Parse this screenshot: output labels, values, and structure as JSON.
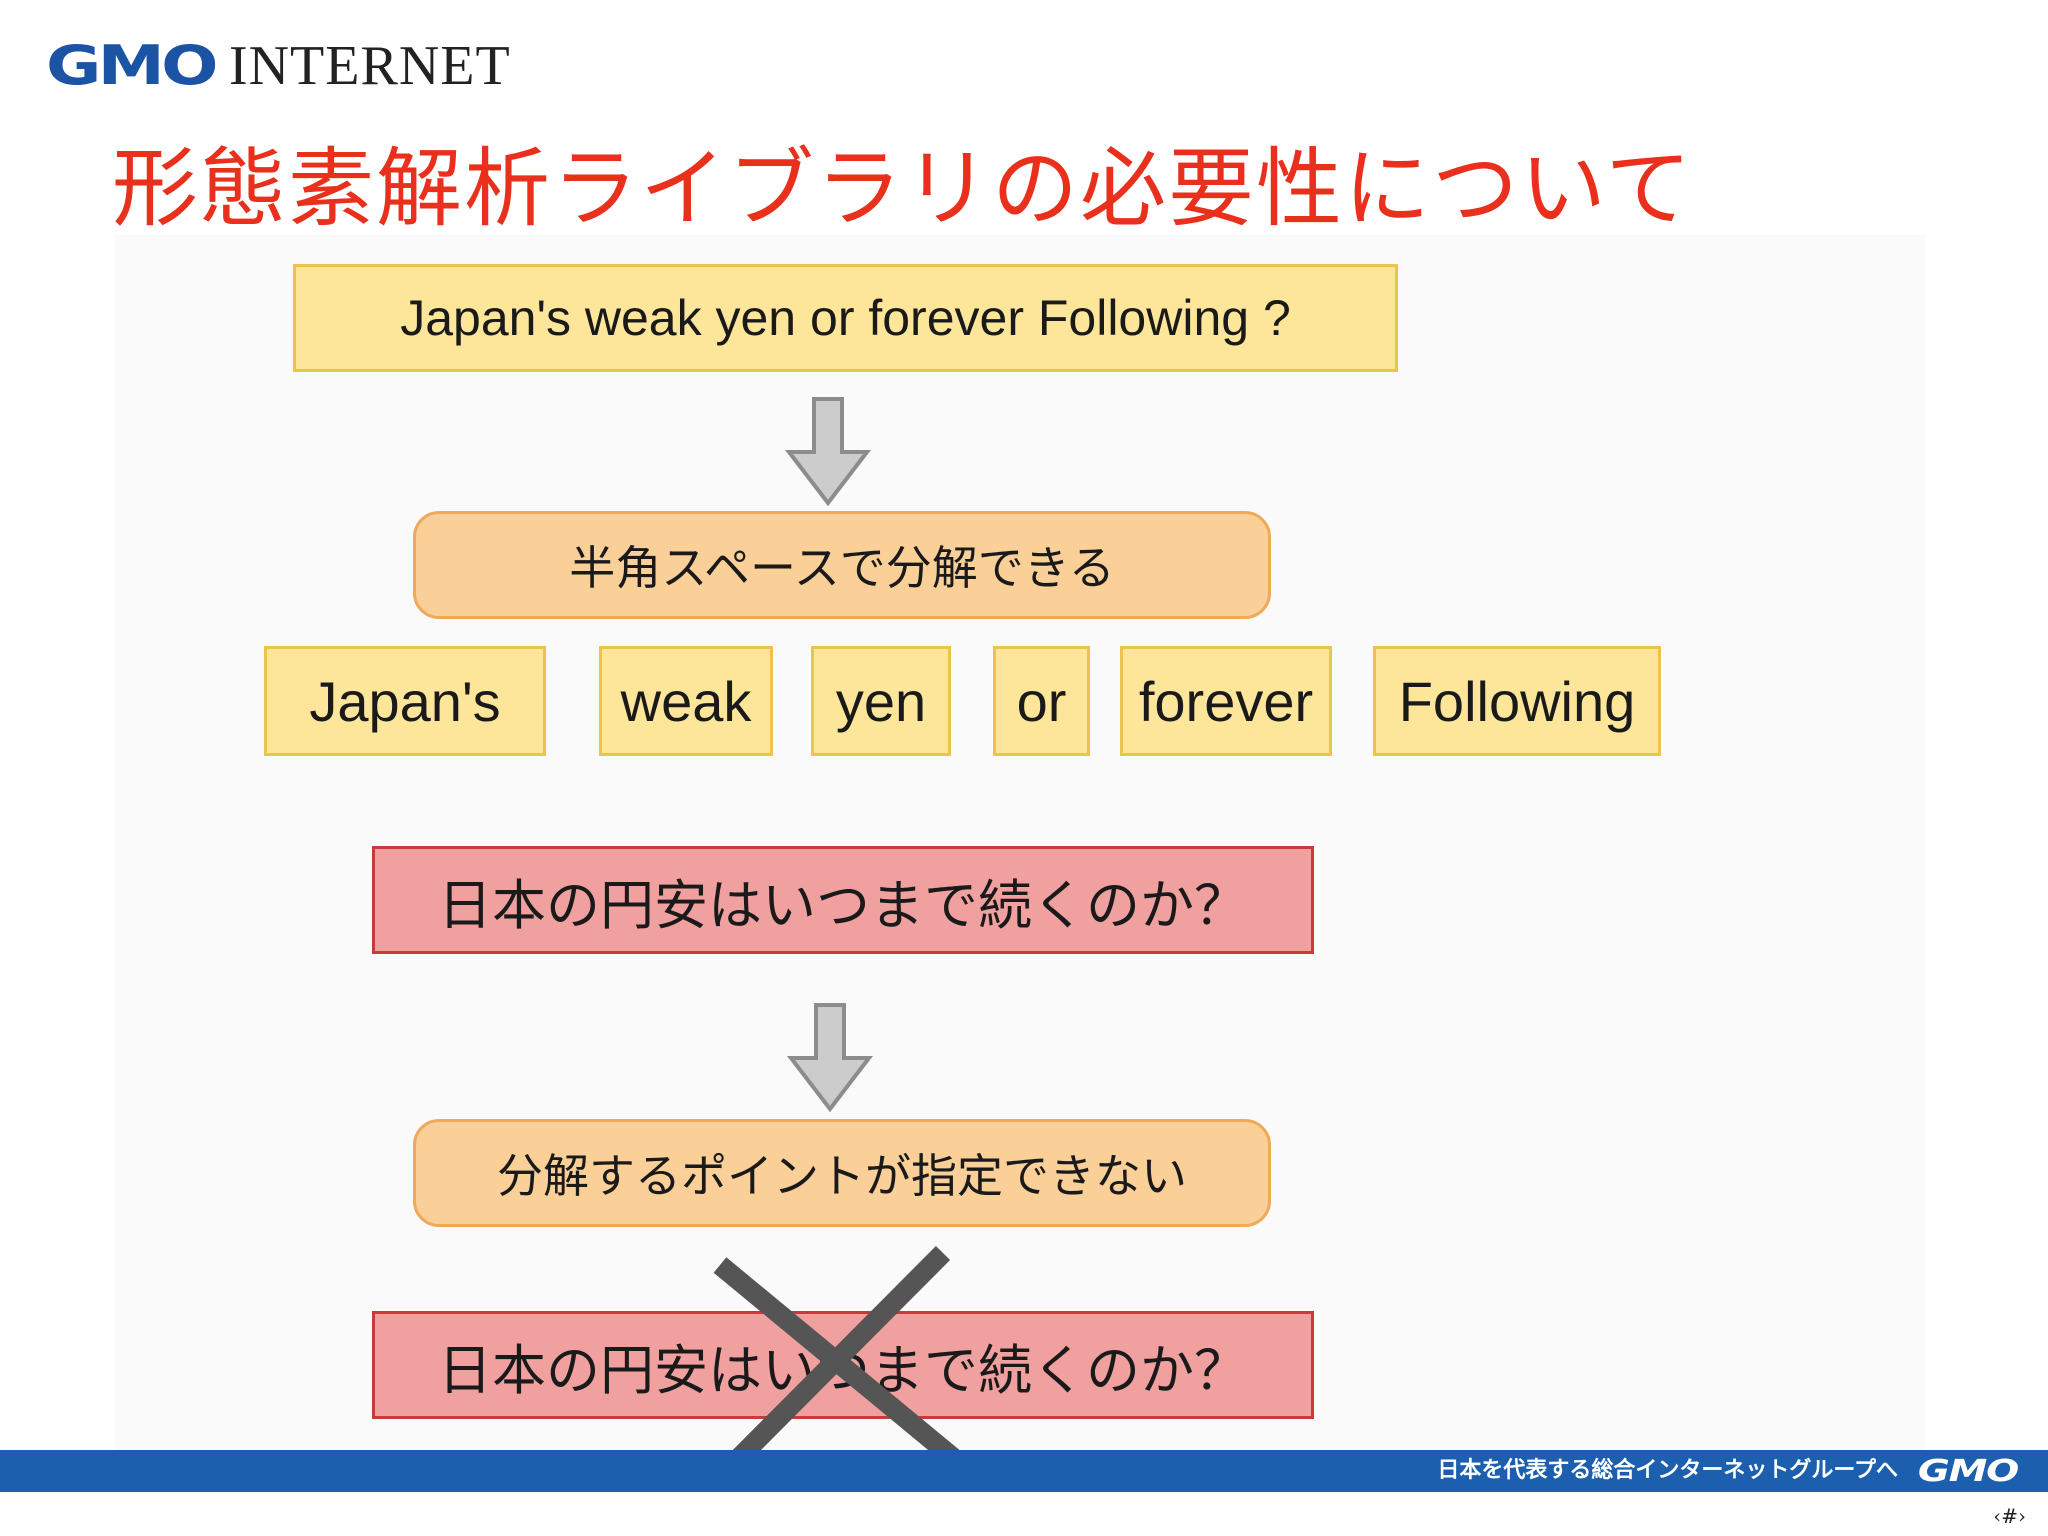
{
  "header": {
    "logo_mark": "GMO",
    "logo_text": "INTERNET"
  },
  "title": "形態素解析ライブラリの必要性について",
  "diagram": {
    "english_sentence": "Japan's weak yen or forever Following ?",
    "english_result": "半角スペースで分解できる",
    "english_tokens": [
      "Japan's",
      "weak",
      "yen",
      "or",
      "forever",
      "Following"
    ],
    "japanese_sentence": "日本の円安はいつまで続くのか？",
    "japanese_result": "分解するポイントが指定できない",
    "japanese_failed": "日本の円安はいつまで続くのか？"
  },
  "footer": {
    "tagline": "日本を代表する総合インターネットグループへ",
    "logo": "GMO"
  },
  "page_number": "‹#›",
  "colors": {
    "title": "#e8301c",
    "yellow_box": "#fde69a",
    "orange_box": "#fbcf98",
    "red_box": "#f1a0a0",
    "footer_bar": "#1c5fae",
    "brand": "#1b53a5"
  }
}
